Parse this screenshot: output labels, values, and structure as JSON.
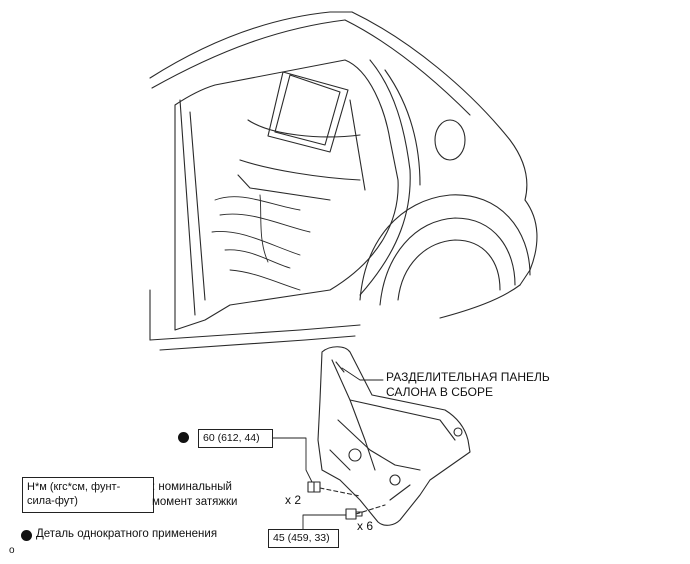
{
  "callouts": {
    "part_name_line1": "РАЗДЕЛИТЕЛЬНАЯ ПАНЕЛЬ",
    "part_name_line2": "САЛОНА В СБОРЕ",
    "torque_upper": "60 (612, 44)",
    "torque_lower": "45 (459, 33)",
    "qty_upper": "x 2",
    "qty_lower": "x 6"
  },
  "legend": {
    "units_line1": "Н*м (кгс*см, фунт-",
    "units_line2": "сила-фут)",
    "torque_desc_line1": ": номинальный",
    "torque_desc_line2": "момент затяжки",
    "non_reusable": "Деталь однократного применения"
  },
  "figure_id": "o",
  "colors": {
    "line": "#2a2a2a",
    "dot": "#111111"
  },
  "icons": {
    "non_reusable_marker": "filled-circle-icon"
  }
}
